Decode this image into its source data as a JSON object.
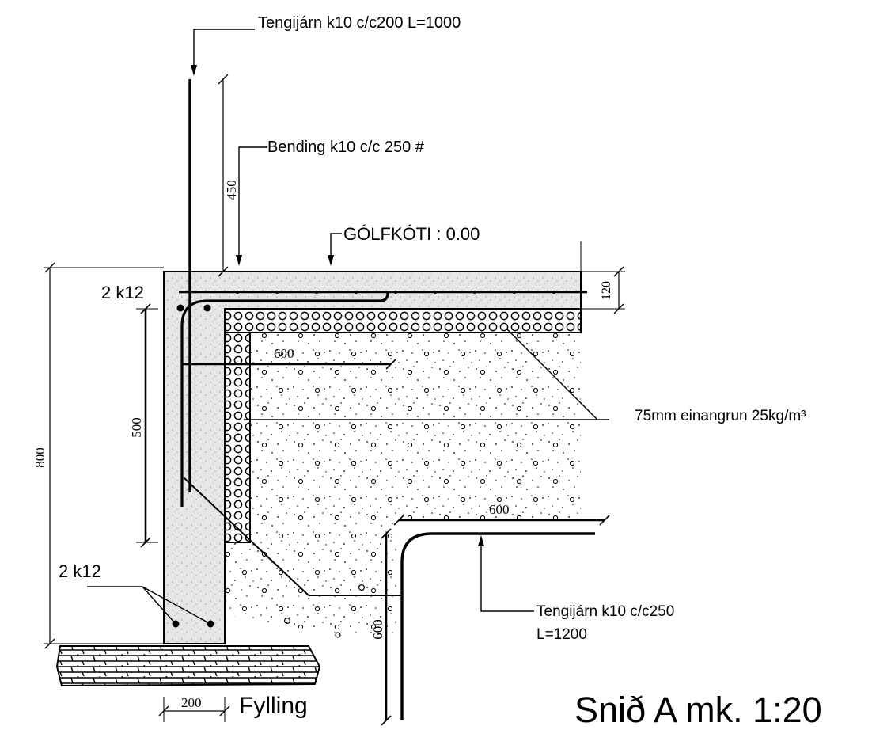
{
  "labels": {
    "tengijarn_top": "Tengijárn k10 c/c200 L=1000",
    "bending": "Bending k10 c/c 250 #",
    "golfkoti": "GÓLFKÓTI : 0.00",
    "rebar_top": "2 k12",
    "rebar_bottom": "2 k12",
    "insulation": "75mm einangrun 25kg/m³",
    "tengijarn_bottom_line1": "Tengijárn k10 c/c250",
    "tengijarn_bottom_line2": "L=1200",
    "fill": "Fylling",
    "title": "Snið A mk. 1:20"
  },
  "dimensions": {
    "d450": "450",
    "d120": "120",
    "d600_upper": "600",
    "d500": "500",
    "d800": "800",
    "d600_lower": "600",
    "d600_vertical": "600",
    "d200": "200"
  }
}
